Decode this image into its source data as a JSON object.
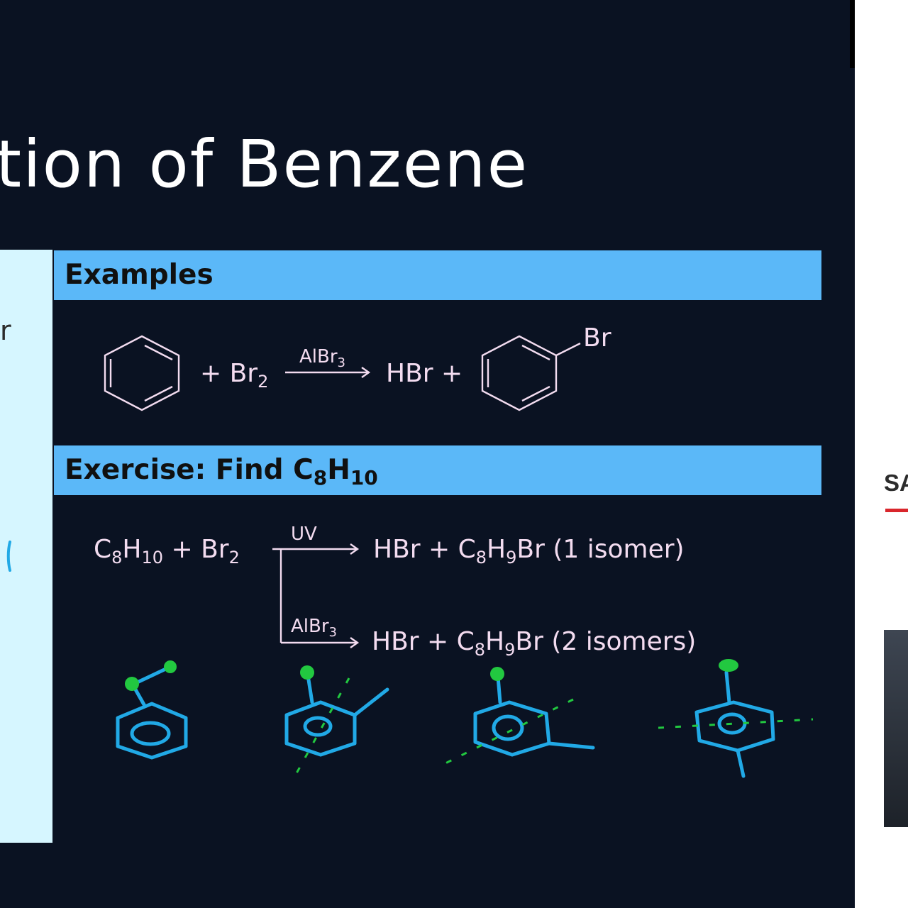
{
  "slide": {
    "title": "tion of Benzene",
    "left_panel_char": "r",
    "examples": {
      "header": "Examples",
      "plus_br2": "+ Br",
      "br2_sub": "2",
      "catalyst": "AlBr",
      "catalyst_sub": "3",
      "product_lhs": "HBr +",
      "br_label": "Br"
    },
    "exercise": {
      "header_prefix": "Exercise: Find C",
      "header_sub1": "8",
      "header_mid": "H",
      "header_sub2": "10",
      "reactant_c": "C",
      "reactant_c_sub": "8",
      "reactant_h": "H",
      "reactant_h_sub": "10",
      "reactant_plus_br": " + Br",
      "reactant_br_sub": "2",
      "uv_label": "UV",
      "alcat_label": "AlBr",
      "alcat_sub": "3",
      "uv_product_prefix": "HBr + C",
      "uv_product_c_sub": "8",
      "uv_product_h": "H",
      "uv_product_h_sub": "9",
      "uv_product_suffix": "Br (1 isomer)",
      "al_product_prefix": "HBr + C",
      "al_product_c_sub": "8",
      "al_product_h": "H",
      "al_product_h_sub": "9",
      "al_product_suffix": "Br (2 isomers)"
    }
  },
  "sidebar": {
    "brand_text": "SA"
  },
  "colors": {
    "slide_bg": "#0a1222",
    "header_bg": "#5bb8f8",
    "chem_text": "#f3dcf0",
    "ink_blue": "#21a9e6",
    "ink_green": "#22c840",
    "brand_red": "#d9262c"
  }
}
